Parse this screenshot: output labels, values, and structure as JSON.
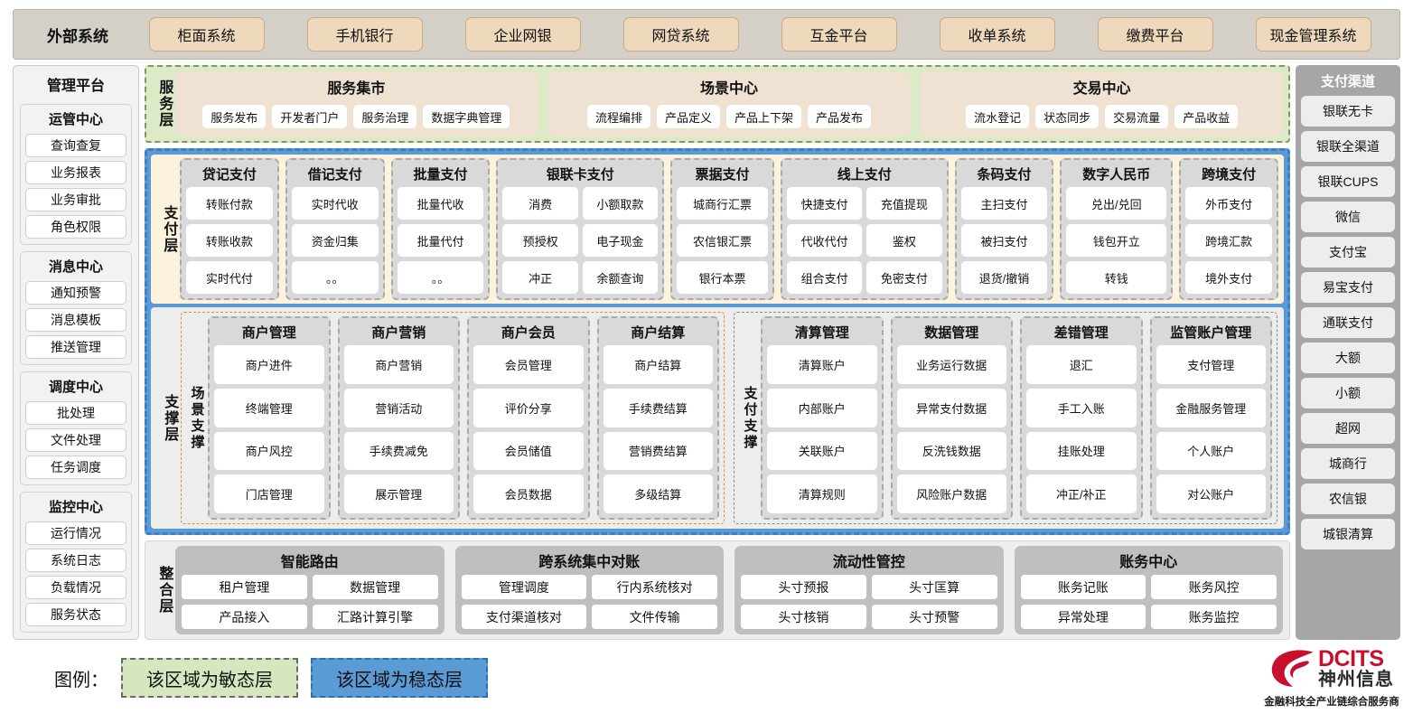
{
  "external": {
    "title": "外部系统",
    "items": [
      "柜面系统",
      "手机银行",
      "企业网银",
      "网贷系统",
      "互金平台",
      "收单系统",
      "缴费平台",
      "现金管理系统"
    ]
  },
  "management": {
    "title": "管理平台",
    "groups": [
      {
        "title": "运管中心",
        "items": [
          "查询查复",
          "业务报表",
          "业务审批",
          "角色权限"
        ]
      },
      {
        "title": "消息中心",
        "items": [
          "通知预警",
          "消息模板",
          "推送管理"
        ]
      },
      {
        "title": "调度中心",
        "items": [
          "批处理",
          "文件处理",
          "任务调度"
        ]
      },
      {
        "title": "监控中心",
        "items": [
          "运行情况",
          "系统日志",
          "负载情况",
          "服务状态"
        ]
      }
    ]
  },
  "channel": {
    "title": "支付渠道",
    "items": [
      "银联无卡",
      "银联全渠道",
      "银联CUPS",
      "微信",
      "支付宝",
      "易宝支付",
      "通联支付",
      "大额",
      "小额",
      "超网",
      "城商行",
      "农信银",
      "城银清算"
    ]
  },
  "service_layer": {
    "tag": "服务层",
    "cards": [
      {
        "title": "服务集市",
        "items": [
          "服务发布",
          "开发者门户",
          "服务治理",
          "数据字典管理"
        ]
      },
      {
        "title": "场景中心",
        "items": [
          "流程编排",
          "产品定义",
          "产品上下架",
          "产品发布"
        ]
      },
      {
        "title": "交易中心",
        "items": [
          "流水登记",
          "状态同步",
          "交易流量",
          "产品收益"
        ]
      }
    ]
  },
  "payment_layer": {
    "tag": "支付层",
    "columns": [
      {
        "title": "贷记支付",
        "cols": 1,
        "items": [
          "转账付款",
          "转账收款",
          "实时代付"
        ]
      },
      {
        "title": "借记支付",
        "cols": 1,
        "items": [
          "实时代收",
          "资金归集",
          "。。"
        ]
      },
      {
        "title": "批量支付",
        "cols": 1,
        "items": [
          "批量代收",
          "批量代付",
          "。。"
        ]
      },
      {
        "title": "银联卡支付",
        "cols": 2,
        "items": [
          "消费",
          "小额取款",
          "预授权",
          "电子现金",
          "冲正",
          "余额查询"
        ]
      },
      {
        "title": "票据支付",
        "cols": 1,
        "items": [
          "城商行汇票",
          "农信银汇票",
          "银行本票"
        ]
      },
      {
        "title": "线上支付",
        "cols": 2,
        "items": [
          "快捷支付",
          "充值提现",
          "代收代付",
          "鉴权",
          "组合支付",
          "免密支付"
        ]
      },
      {
        "title": "条码支付",
        "cols": 1,
        "items": [
          "主扫支付",
          "被扫支付",
          "退货/撤销"
        ]
      },
      {
        "title": "数字人民币",
        "cols": 1,
        "items": [
          "兑出/兑回",
          "钱包开立",
          "转钱"
        ]
      },
      {
        "title": "跨境支付",
        "cols": 1,
        "items": [
          "外币支付",
          "跨境汇款",
          "境外支付"
        ]
      }
    ]
  },
  "support_layer": {
    "tag": "支撑层",
    "zones": [
      {
        "tag": "场景支撑",
        "style": "orange",
        "columns": [
          {
            "title": "商户管理",
            "items": [
              "商户进件",
              "终端管理",
              "商户风控",
              "门店管理"
            ]
          },
          {
            "title": "商户营销",
            "items": [
              "商户营销",
              "营销活动",
              "手续费减免",
              "展示管理"
            ]
          },
          {
            "title": "商户会员",
            "items": [
              "会员管理",
              "评价分享",
              "会员储值",
              "会员数据"
            ]
          },
          {
            "title": "商户结算",
            "items": [
              "商户结算",
              "手续费结算",
              "营销费结算",
              "多级结算"
            ]
          }
        ]
      },
      {
        "tag": "支付支撑",
        "style": "gray",
        "columns": [
          {
            "title": "清算管理",
            "items": [
              "清算账户",
              "内部账户",
              "关联账户",
              "清算规则"
            ]
          },
          {
            "title": "数据管理",
            "items": [
              "业务运行数据",
              "异常支付数据",
              "反洗钱数据",
              "风险账户数据"
            ]
          },
          {
            "title": "差错管理",
            "items": [
              "退汇",
              "手工入账",
              "挂账处理",
              "冲正/补正"
            ]
          },
          {
            "title": "监管账户管理",
            "items": [
              "支付管理",
              "金融服务管理",
              "个人账户",
              "对公账户"
            ]
          }
        ]
      }
    ]
  },
  "integration_layer": {
    "tag": "整合层",
    "cards": [
      {
        "title": "智能路由",
        "items": [
          "租户管理",
          "数据管理",
          "产品接入",
          "汇路计算引擎"
        ]
      },
      {
        "title": "跨系统集中对账",
        "items": [
          "管理调度",
          "行内系统核对",
          "支付渠道核对",
          "文件传输"
        ]
      },
      {
        "title": "流动性管控",
        "items": [
          "头寸预报",
          "头寸匡算",
          "头寸核销",
          "头寸预警"
        ]
      },
      {
        "title": "账务中心",
        "items": [
          "账务记账",
          "账务风控",
          "异常处理",
          "账务监控"
        ]
      }
    ]
  },
  "legend": {
    "label": "图例：",
    "agile": "该区域为敏态层",
    "stable": "该区域为稳态层"
  },
  "logo": {
    "en": "DCITS",
    "cn": "神州信息",
    "tagline": "金融科技全产业链综合服务商"
  },
  "colors": {
    "agile_green": "#dceac8",
    "stable_blue": "#5b9bd5",
    "payment_cream": "#fdf3dc",
    "external_chip": "#eed9bd",
    "brand_red": "#c8102e"
  }
}
